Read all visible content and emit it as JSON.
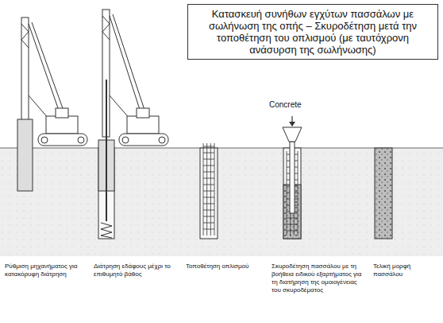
{
  "diagram": {
    "title": "Κατασκευή συνήθων εγχύτων πασσάλων με σωλήνωση της οπής – Σκυροδέτηση μετά την τοποθέτηση του οπλισμού (με ταυτόχρονη ανάσυρση της σωλήνωσης)",
    "labels": [
      "Concrete",
      "Ρύθμιση μηχανήματος για κατακόρυφη διάτρηση",
      "Διάτρηση εδάφους μέχρι το επιθυμητό βάθος",
      "Τοποθέτηση οπλισμού",
      "Σκυροδέτηση πασσάλου με τη βοήθεια ειδικού εξαρτήματος για τη διατήρηση της ομοιογένειας του σκυροδέματος",
      "Τελική μορφή πασσάλου"
    ]
  }
}
